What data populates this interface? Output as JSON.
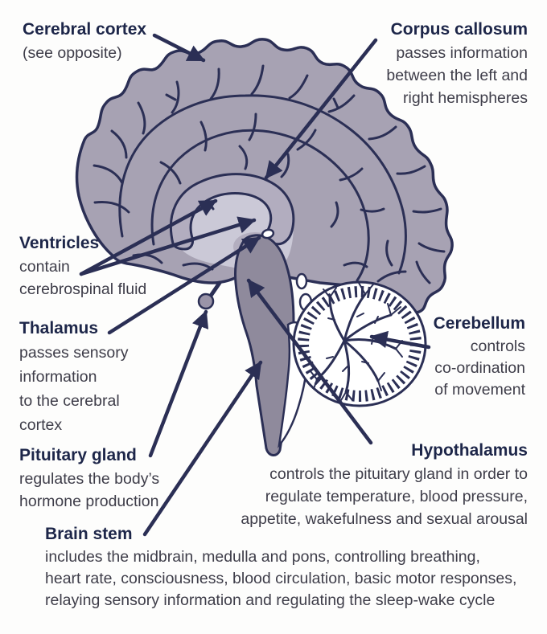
{
  "figure": {
    "type": "anatomical-diagram",
    "subject": "Sagittal section of the human brain with labelled structures"
  },
  "colors": {
    "heading_text": "#1d2649",
    "body_text": "#3e3d49",
    "outline_and_arrows": "#2b2f55",
    "cerebrum_fill": "#a7a2b3",
    "inner_fill": "#cbc9d7",
    "corpus_callosum_band": "#b2adbf",
    "brainstem_fill": "#8f8a9c",
    "cerebellum_fill": "#ffffff",
    "background": "#fdfdfc"
  },
  "labels": [
    {
      "id": "cerebral-cortex",
      "title": "Cerebral cortex",
      "body": "(see opposite)"
    },
    {
      "id": "corpus-callosum",
      "title": "Corpus callosum",
      "body": "passes information\nbetween the left and\nright hemispheres"
    },
    {
      "id": "ventricles",
      "title": "Ventricles",
      "body": "contain\ncerebrospinal fluid"
    },
    {
      "id": "thalamus",
      "title": "Thalamus",
      "body": "passes sensory\ninformation\nto the cerebral\ncortex"
    },
    {
      "id": "cerebellum",
      "title": "Cerebellum",
      "body": "controls\nco-ordination\nof movement"
    },
    {
      "id": "pituitary-gland",
      "title": "Pituitary gland",
      "body": "regulates the body’s\nhormone production"
    },
    {
      "id": "hypothalamus",
      "title": "Hypothalamus",
      "body": "controls the pituitary gland in order to\nregulate temperature, blood pressure,\nappetite, wakefulness and sexual arousal"
    },
    {
      "id": "brain-stem",
      "title": "Brain stem",
      "body": "includes the midbrain, medulla and pons, controlling breathing,\nheart rate, consciousness, blood circulation, basic motor responses,\nrelaying sensory information and regulating the sleep-wake cycle"
    }
  ]
}
